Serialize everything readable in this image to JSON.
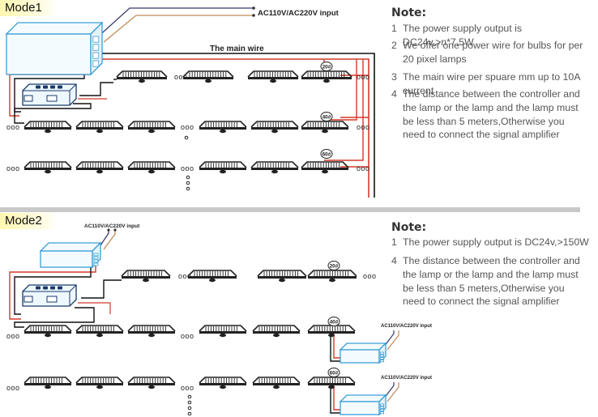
{
  "mode1": {
    "label": "Mode1",
    "power_input_label": "AC110V/AC220V input",
    "main_wire_label": "The main wire",
    "lamp_counts": [
      "20#",
      "40#",
      "60#"
    ],
    "note_title": "Note:",
    "notes": [
      {
        "num": "1",
        "text": "The power supply output is DC24v,>n*7.5W"
      },
      {
        "num": "2",
        "text": "We offer one power wire for bulbs for per 20 pixel lamps"
      },
      {
        "num": "3",
        "text": "The main wire per spuare mm up to 10A current"
      },
      {
        "num": "4",
        "text": "The distance between the controller and the lamp or the lamp and the lamp must be less than 5 meters,Otherwise you need to connect the signal amplifier"
      }
    ]
  },
  "mode2": {
    "label": "Mode2",
    "power_input_label": "AC110V/AC220V input",
    "extra_input_label_1": "AC110V/AC220V input",
    "extra_input_label_2": "AC110V/AC220V input",
    "lamp_counts": [
      "20#",
      "40#",
      "60#"
    ],
    "note_title": "Note:",
    "notes": [
      {
        "num": "1",
        "text": "The power supply output is DC24v,>150W"
      },
      {
        "num": "4",
        "text": "The distance between the controller and the lamp or the lamp and the lamp must be less than 5 meters,Otherwise you need to connect the signal amplifier"
      }
    ]
  },
  "ellipsis": "ooo",
  "colors": {
    "power_box": "#3a9fd8",
    "power_box_fill": "#f4fbff",
    "power_wire": "#d23a2a",
    "data_wire": "#111111",
    "input_wire_dark": "#3a3a6a",
    "input_wire_tan": "#c08a5a",
    "lamp": "#222222"
  }
}
